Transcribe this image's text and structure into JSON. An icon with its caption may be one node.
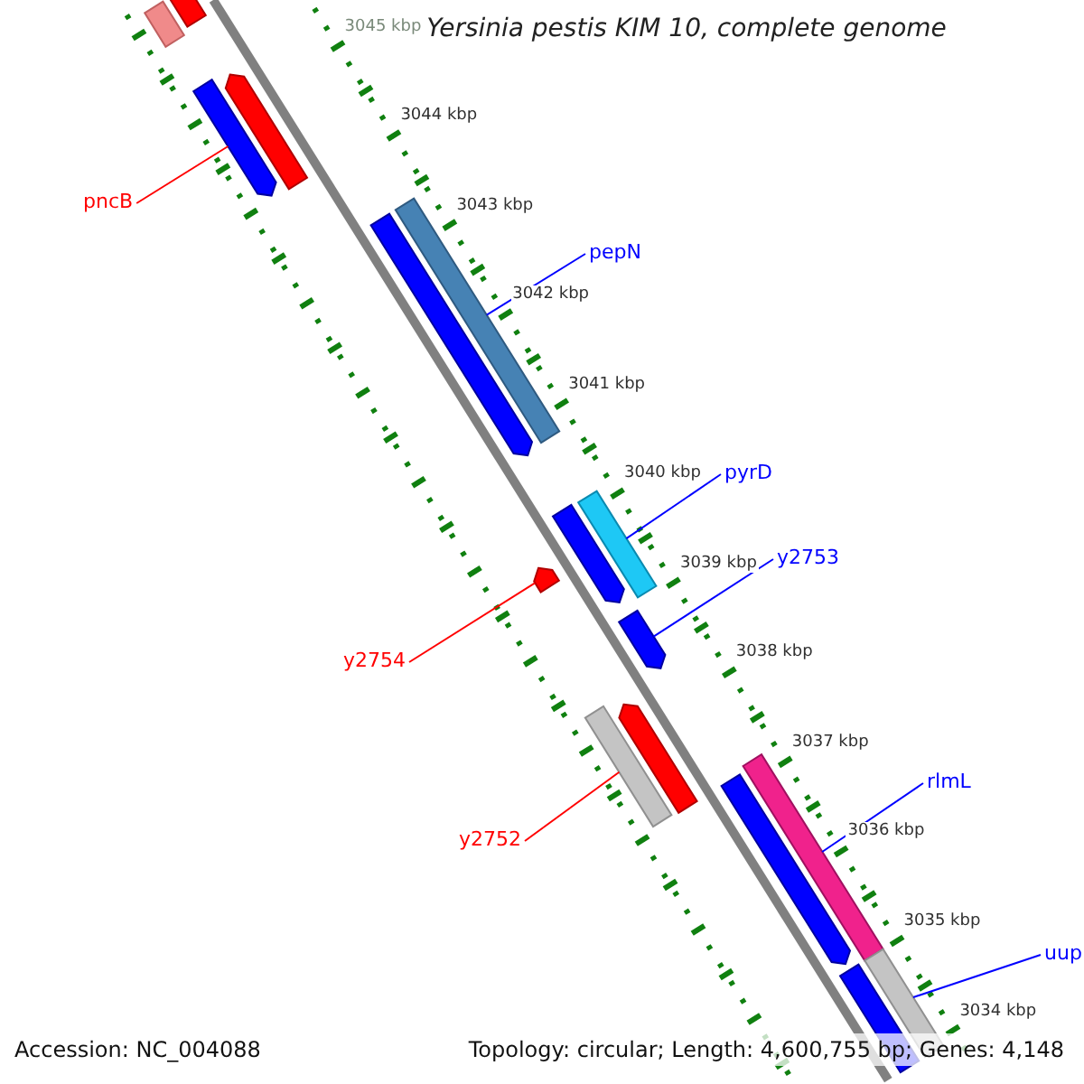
{
  "diagram": {
    "title": "Yersinia pestis KIM 10, complete genome",
    "nodes": [
      {
        "text": [],
        "shape": "bar"
      },
      {
        "text": [],
        "shape": "bar"
      },
      {
        "text": [],
        "shape": "bar"
      },
      {
        "text": [],
        "shape": "bar"
      },
      {
        "text": [
          "pncB"
        ]
      },
      {
        "text": [],
        "shape": "bar"
      },
      {
        "text": [],
        "shape": "bar"
      },
      {
        "text": [
          "pepN"
        ]
      },
      {
        "text": [
          "pyrD"
        ]
      },
      {
        "text": [],
        "shape": "bar"
      },
      {
        "text": [],
        "shape": "bar"
      },
      {
        "text": [
          "y2753"
        ]
      },
      {
        "text": [],
        "shape": "bar"
      },
      {
        "text": [],
        "shape": "bar"
      },
      {
        "text": [
          "y2754"
        ]
      },
      {
        "text": [],
        "shape": "bar"
      },
      {
        "text": [],
        "shape": "bar"
      },
      {
        "text": [],
        "shape": "bar"
      },
      {
        "text": [
          "rlmL"
        ]
      },
      {
        "text": [],
        "shape": "bar"
      },
      {
        "text": [
          "y2752"
        ]
      },
      {
        "text": [],
        "shape": "bar"
      },
      {
        "text": [
          "uup"
        ]
      },
      {
        "text": [],
        "shape": "bar"
      }
    ],
    "edges": [
      {
        "from": 4,
        "to": 3,
        "arrow": "none",
        "color": "#ff0000"
      },
      {
        "from": 7,
        "to": 5,
        "arrow": "none"
      },
      {
        "from": 8,
        "to": 9,
        "arrow": "none"
      },
      {
        "from": 11,
        "to": 13,
        "arrow": "none"
      },
      {
        "from": 14,
        "to": 12,
        "arrow": "none",
        "color": "#ff0000"
      },
      {
        "from": 18,
        "to": 17,
        "arrow": "none"
      },
      {
        "from": 20,
        "to": 16,
        "arrow": "none",
        "color": "#ff0000"
      },
      {
        "from": 22,
        "to": 21,
        "arrow": "none"
      }
    ],
    "labels": [
      "3045 kbp",
      "3044 kbp",
      "3043 kbp",
      "3042 kbp",
      "3041 kbp",
      "3040 kbp",
      "3039 kbp",
      "3038 kbp",
      "3037 kbp",
      "3036 kbp",
      "3035 kbp",
      "3034 kbp",
      "Accession: NC_004088",
      "Topology: circular; Length: 4,600,755 bp; Genes: 4,148"
    ]
  }
}
